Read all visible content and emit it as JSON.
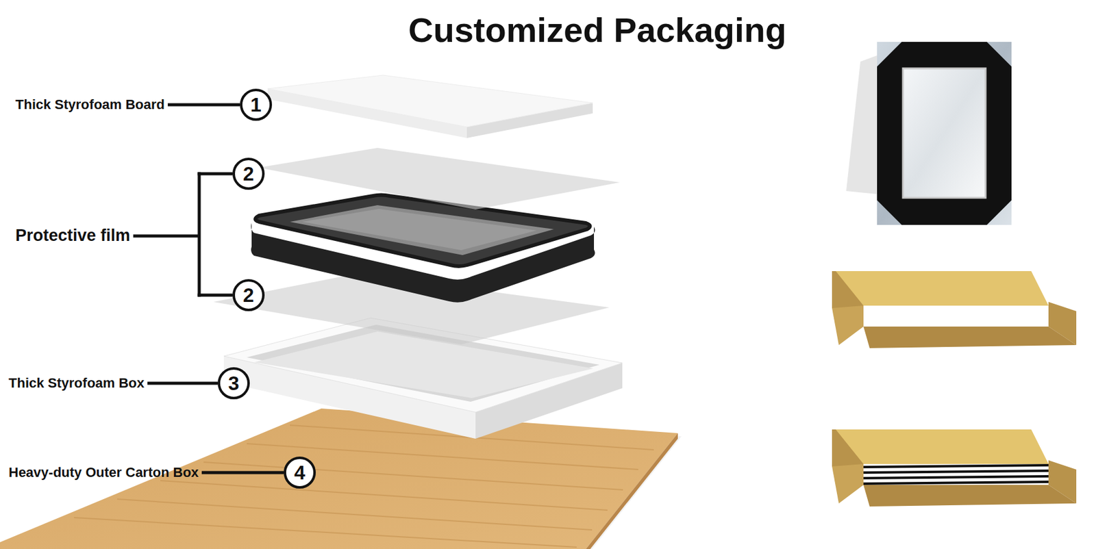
{
  "diagram": {
    "title": "Customized Packaging",
    "nodes": [
      {
        "text": [
          "1"
        ]
      },
      {
        "text": [
          "2"
        ]
      },
      {
        "text": [
          "2"
        ]
      },
      {
        "text": [
          "3"
        ]
      },
      {
        "text": [
          "4"
        ]
      }
    ],
    "labels": [
      "Thick Styrofoam Board",
      "Protective film",
      "Thick Styrofoam Box",
      "Heavy-duty Outer Carton Box"
    ]
  }
}
